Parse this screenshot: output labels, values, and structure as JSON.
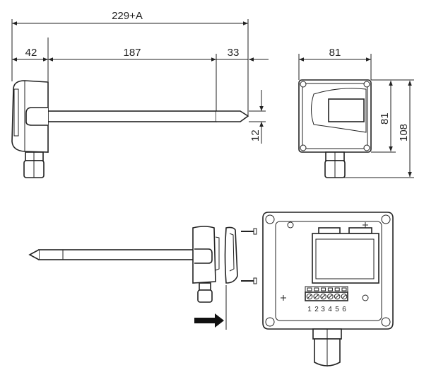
{
  "dimensions": {
    "overall_length": "229+A",
    "housing_depth": "42",
    "probe_length": "187",
    "probe_tip": "33",
    "probe_diameter": "12",
    "housing_width": "81",
    "housing_height": "81",
    "total_height": "108"
  },
  "terminal_numbers": [
    "1",
    "2",
    "3",
    "4",
    "5",
    "6"
  ]
}
